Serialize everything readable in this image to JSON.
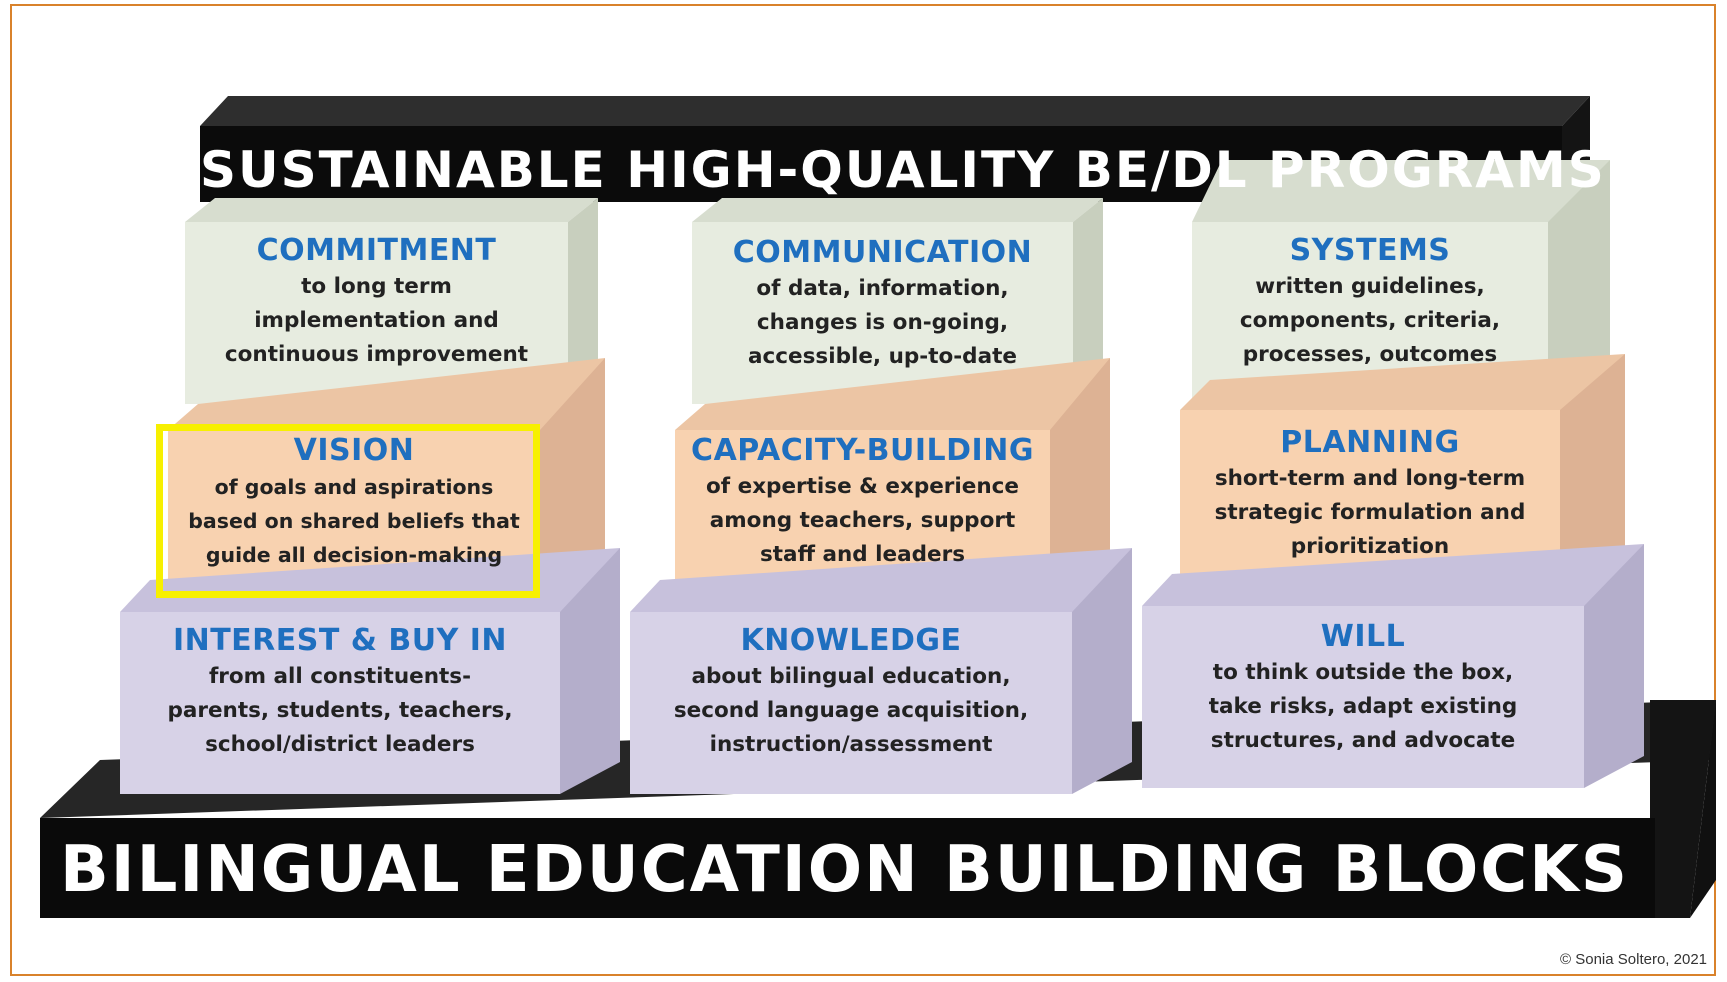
{
  "top_banner": "SUSTAINABLE  HIGH-QUALITY  BE/DL  PROGRAMS",
  "bottom_banner": "BILINGUAL EDUCATION BUILDING   BLOCKS",
  "copyright": "© Sonia Soltero, 2021",
  "colors": {
    "green_face": "#e7ece0",
    "green_side": "#c8cfbe",
    "peach_face": "#f8d2b0",
    "peach_side": "#ddb294",
    "purple_face": "#d7d2e7",
    "purple_side": "#b4aecb",
    "title_blue": "#1f6fbf",
    "highlight": "#f7f000",
    "frame": "#d9822b"
  },
  "blocks": {
    "commitment": {
      "title": "COMMITMENT",
      "lines": [
        "to long term",
        "implementation and",
        "continuous improvement"
      ]
    },
    "communication": {
      "title": "COMMUNICATION",
      "lines": [
        "of data, information,",
        "changes is on-going,",
        "accessible, up-to-date"
      ]
    },
    "systems": {
      "title": "SYSTEMS",
      "lines": [
        "written guidelines,",
        "components, criteria,",
        "processes, outcomes"
      ]
    },
    "vision": {
      "title": "VISION",
      "lines": [
        "of goals and aspirations",
        "based on shared beliefs that",
        "guide all decision-making"
      ]
    },
    "capacity": {
      "title": "CAPACITY-BUILDING",
      "lines": [
        "of expertise & experience",
        "among teachers, support",
        "staff and leaders"
      ]
    },
    "planning": {
      "title": "PLANNING",
      "lines": [
        "short-term and long-term",
        "strategic formulation and",
        "prioritization"
      ]
    },
    "interest": {
      "title": "INTEREST & BUY IN",
      "lines": [
        "from all constituents-",
        "parents, students, teachers,",
        "school/district leaders"
      ]
    },
    "knowledge": {
      "title": "KNOWLEDGE",
      "lines": [
        "about bilingual education,",
        "second language acquisition,",
        "instruction/assessment"
      ]
    },
    "will": {
      "title": "WILL",
      "lines": [
        "to think outside the box,",
        "take risks, adapt existing",
        "structures, and advocate"
      ]
    }
  }
}
